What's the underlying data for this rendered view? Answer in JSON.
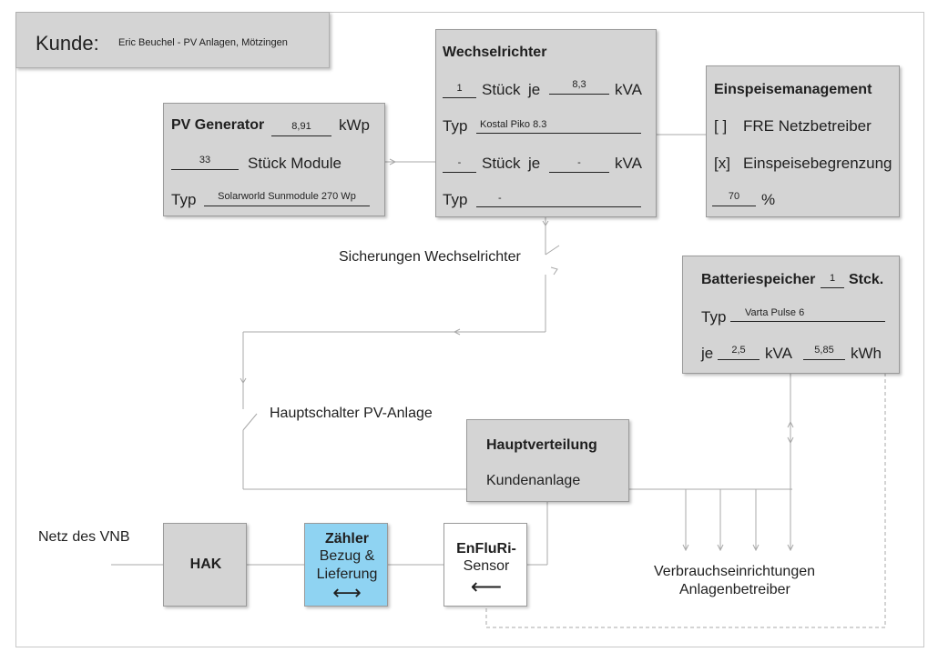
{
  "customer": {
    "label": "Kunde:",
    "value": "Eric Beuchel - PV Anlagen, Mötzingen"
  },
  "pv_generator": {
    "title": "PV Generator",
    "power": "8,91",
    "power_unit": "kWp",
    "modules_count": "33",
    "modules_label": "Stück Module",
    "type_label": "Typ",
    "type": "Solarworld Sunmodule 270 Wp"
  },
  "inverter": {
    "title": "Wechselrichter",
    "row1_count": "1",
    "row1_piece": "Stück",
    "row1_je": "je",
    "row1_kva": "8,3",
    "row1_unit": "kVA",
    "type1_label": "Typ",
    "type1": "Kostal Piko 8.3",
    "row2_count": "-",
    "row2_piece": "Stück",
    "row2_je": "je",
    "row2_kva": "-",
    "row2_unit": "kVA",
    "type2_label": "Typ",
    "type2": "-"
  },
  "feed_in": {
    "title": "Einspeisemanagement",
    "opt1_mark": "[ ]",
    "opt1_label": "FRE Netzbetreiber",
    "opt2_mark": "[x]",
    "opt2_label": "Einspeisebegrenzung",
    "percent": "70",
    "percent_unit": "%"
  },
  "battery": {
    "title": "Batteriespeicher",
    "count": "1",
    "count_unit": "Stck.",
    "type_label": "Typ",
    "type": "Varta Pulse 6",
    "je_label": "je",
    "kva": "2,5",
    "kva_unit": "kVA",
    "kwh": "5,85",
    "kwh_unit": "kWh"
  },
  "labels": {
    "fuses": "Sicherungen Wechselrichter",
    "main_switch": "Hauptschalter PV-Anlage",
    "grid": "Netz des VNB",
    "consumers_1": "Verbrauchseinrichtungen",
    "consumers_2": "Anlagenbetreiber"
  },
  "distribution": {
    "title": "Hauptverteilung",
    "subtitle": "Kundenanlage"
  },
  "hak": {
    "title": "HAK"
  },
  "meter": {
    "title": "Zähler",
    "line2": "Bezug &",
    "line3": "Lieferung",
    "arrow": "⟷",
    "color": "#8fd3f2"
  },
  "sensor": {
    "title": "EnFluRi-",
    "line2": "Sensor",
    "arrow": "⟵"
  },
  "colors": {
    "box": "#d4d4d4",
    "wire": "#b0b0b0",
    "meter": "#8fd3f2"
  }
}
